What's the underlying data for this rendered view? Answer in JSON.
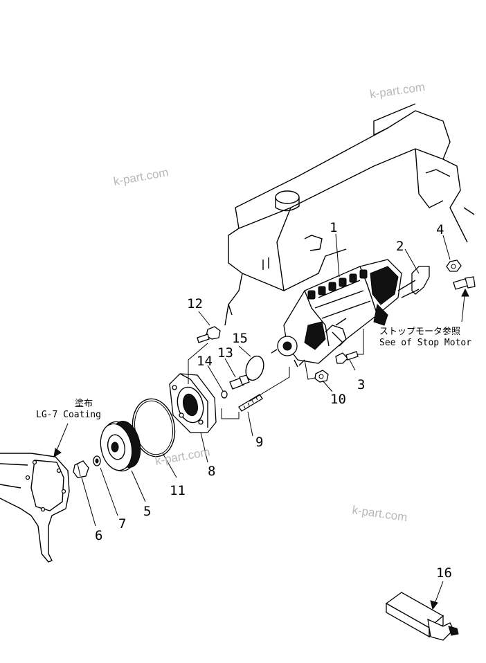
{
  "diagram": {
    "part_numbers": {
      "p1": "1",
      "p2": "2",
      "p3": "3",
      "p4": "4",
      "p5": "5",
      "p6": "6",
      "p7": "7",
      "p8": "8",
      "p9": "9",
      "p10": "10",
      "p11": "11",
      "p12": "12",
      "p13": "13",
      "p14": "14",
      "p15": "15",
      "p16": "16"
    },
    "notes": {
      "coating_jp": "塗布",
      "coating_en": "LG-7 Coating",
      "stop_motor_jp": "ストップモータ参照",
      "stop_motor_en": "See of Stop Motor"
    },
    "watermarks": [
      "k-part.com",
      "k-part.com",
      "k-part.com",
      "k-part.com"
    ]
  }
}
